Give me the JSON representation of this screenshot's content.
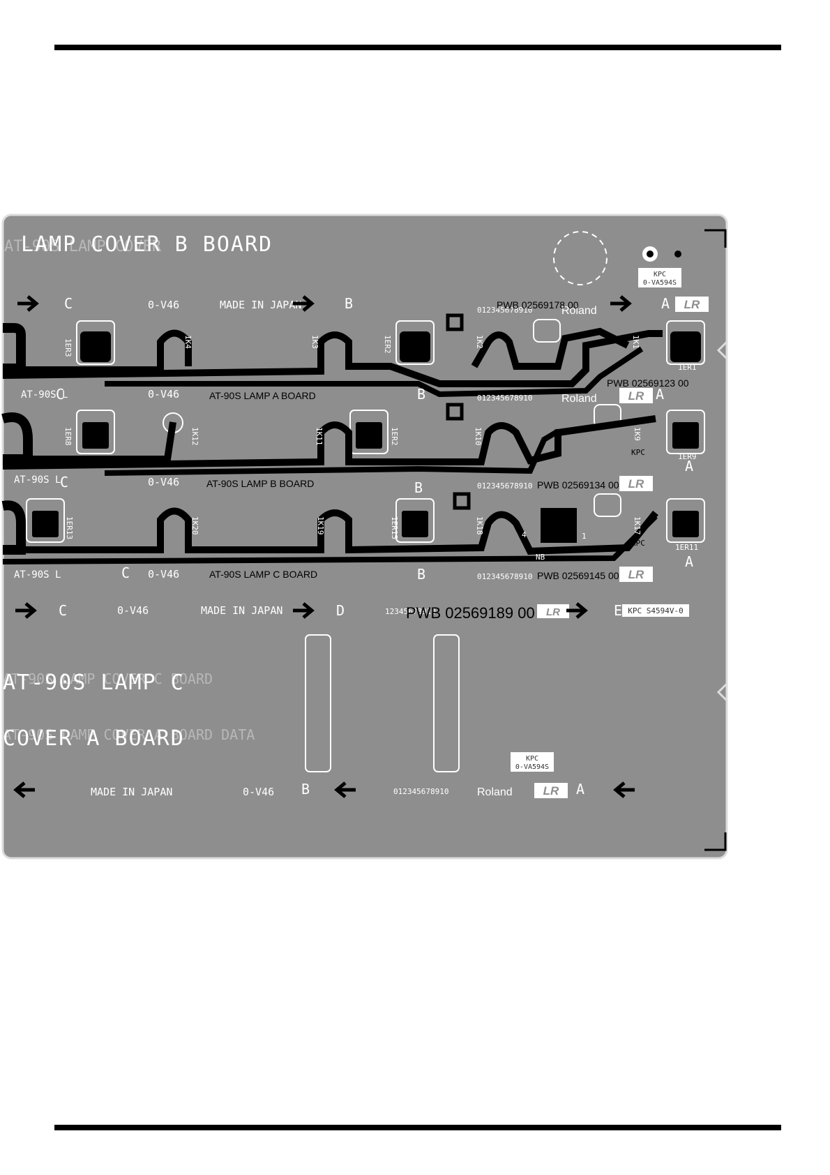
{
  "header_rule": "",
  "footer_rule": "",
  "board": {
    "title_top": "LAMP COVER B BOARD",
    "title_top_ghost": "AT-90S LAMP COVER",
    "title_bottom_mirror": "AT-90S LAMP C",
    "title_bottom_mirror_ghost": "AT-90S LAMP COVER C BOARD",
    "title_bottom": "COVER A BOARD",
    "title_bottom_ghost": "AT-90S LAMP COVER A BOARD DATA",
    "kpc_label": "KPC",
    "kpc_code": "0-VA594S",
    "kpc_strip": "KPC S4594V-0",
    "ok_code": "0-V46",
    "made_in_japan": "MADE IN JAPAN",
    "brand": "Roland",
    "brand_logo": "LR",
    "serial_digits": "012345678910",
    "serial_digits_short": "12345678910",
    "rows": [
      {
        "pwb": "PWB 02569178 00",
        "letters": [
          "C",
          "B",
          "A"
        ],
        "parts": [
          "1ER3",
          "1K4",
          "1K3",
          "1ER2",
          "1K2",
          "1K1",
          "1ER1"
        ]
      },
      {
        "pwb": "PWB 02569123 00",
        "model": "AT-90S LAMP A BOARD",
        "side": "AT-90S L",
        "letters": [
          "C",
          "B",
          "A"
        ],
        "parts": [
          "1ER8",
          "1K12",
          "1K11",
          "1ER2",
          "1K10",
          "1K9",
          "1ER9"
        ]
      },
      {
        "pwb": "PWB 02569134 00",
        "model": "AT-90S LAMP B BOARD",
        "side": "AT-90S L",
        "letters": [
          "C",
          "B",
          "A"
        ],
        "parts": [
          "1ER13",
          "1K20",
          "1K19",
          "1ER15",
          "1K18",
          "1K17",
          "1ER11"
        ]
      },
      {
        "pwb": "PWB 02569145 00",
        "model": "AT-90S LAMP C BOARD",
        "side": "AT-90S L",
        "letters": [
          "C",
          "B",
          "A"
        ]
      }
    ],
    "strip_mirror": {
      "pwb": "PWB 02569189 00",
      "letters": [
        "C",
        "D",
        "E"
      ]
    },
    "strip_bottom": {
      "letters": [
        "B",
        "A"
      ]
    },
    "pin_labels": [
      "4",
      "1",
      "NB"
    ],
    "fixed_labels": [
      "KPC"
    ]
  },
  "colors": {
    "board": "#8e8e8e",
    "copper": "#000000",
    "silk": "#ffffff",
    "edge": "#dcdcdc"
  }
}
